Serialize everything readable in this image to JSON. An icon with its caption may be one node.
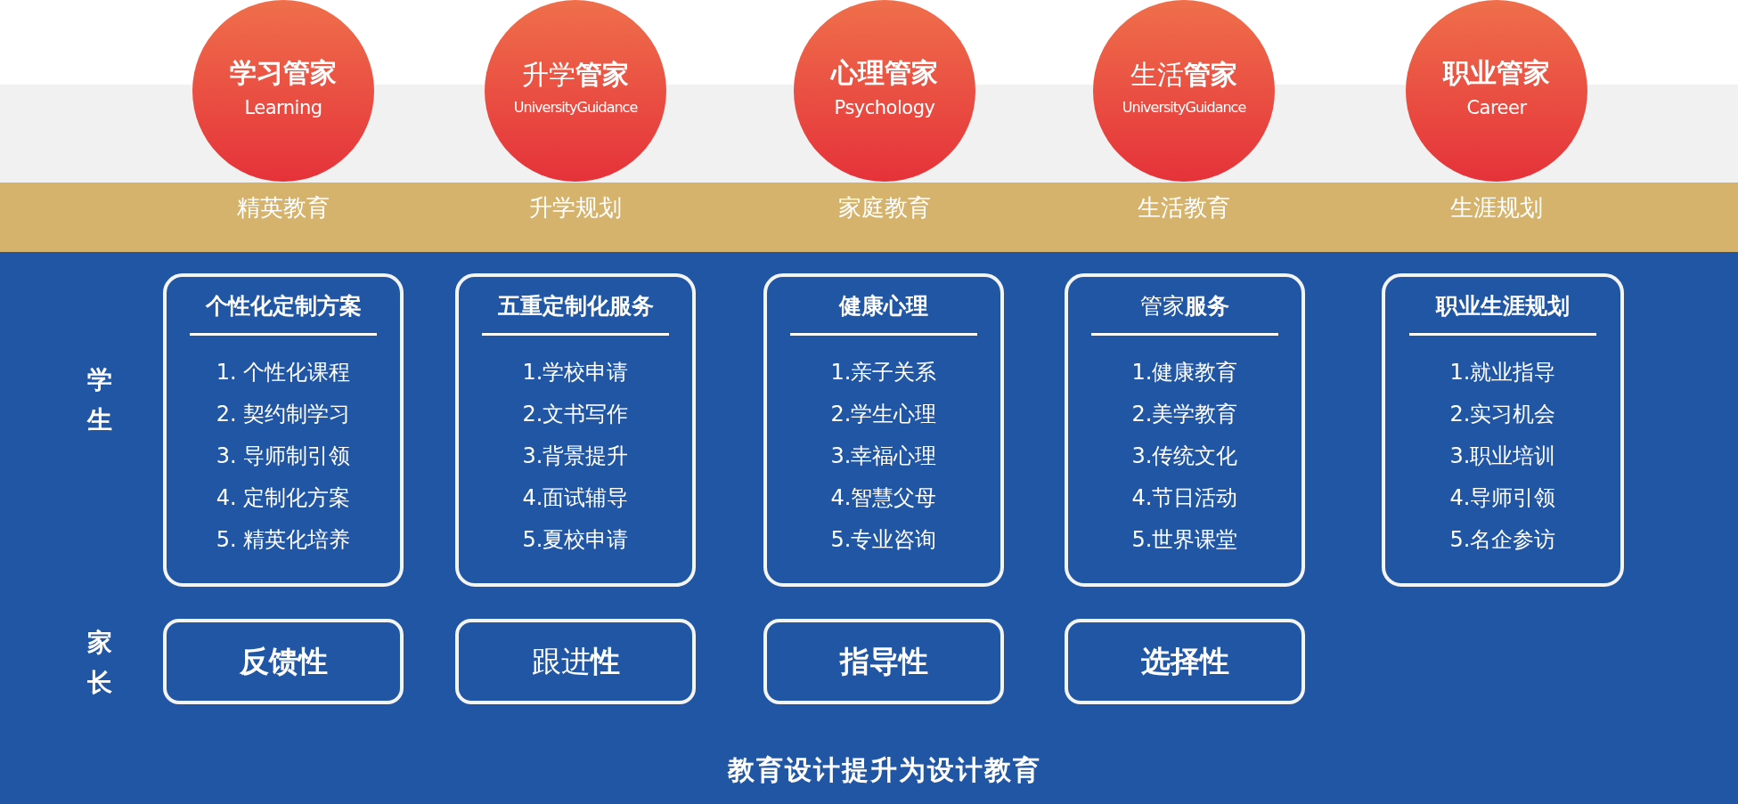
{
  "diagram": {
    "caption": "教育设计提升为设计教育",
    "nodes": [
      {
        "text": [
          "学习管家",
          "Learning"
        ]
      },
      {
        "text": [
          "升学**管家**",
          "UniversityGuidance"
        ]
      },
      {
        "text": [
          "心理管家",
          "Psychology"
        ]
      },
      {
        "text": [
          "生活**管家**",
          "UniversityGuidance"
        ]
      },
      {
        "text": [
          "职业管家",
          "Career"
        ]
      },
      {
        "text": [
          "个性化定制方案",
          "1. 个性化课程",
          "2. 契约制学习",
          "3. 导师制引领",
          "4. 定制化方案",
          "5. 精英化培养"
        ]
      },
      {
        "text": [
          "五重定制化服务",
          "1.学校申请",
          "2.文书写作",
          "3.背景提升",
          "4.面试辅导",
          "5.夏校申请"
        ]
      },
      {
        "text": [
          "健康心理",
          "1.亲子关系",
          "2.学生心理",
          "3.幸福心理",
          "4.智慧父母",
          "5.专业咨询"
        ]
      },
      {
        "text": [
          "管家**服务**",
          "1.健康教育",
          "2.美学教育",
          "3.传统文化",
          "4.节日活动",
          "5.世界课堂"
        ]
      },
      {
        "text": [
          "职业生涯规划",
          "1.就业指导",
          "2.实习机会",
          "3.职业培训",
          "4.导师引领",
          "5.名企参访"
        ]
      },
      {
        "text": [
          "反馈性"
        ]
      },
      {
        "text": [
          "跟进**性**"
        ]
      },
      {
        "text": [
          "指导性"
        ]
      },
      {
        "text": [
          "选择性"
        ]
      }
    ],
    "labels": [
      "精英教育",
      "升学规划",
      "家庭教育",
      "生活教育",
      "生涯规划",
      "学生",
      "家长"
    ]
  }
}
